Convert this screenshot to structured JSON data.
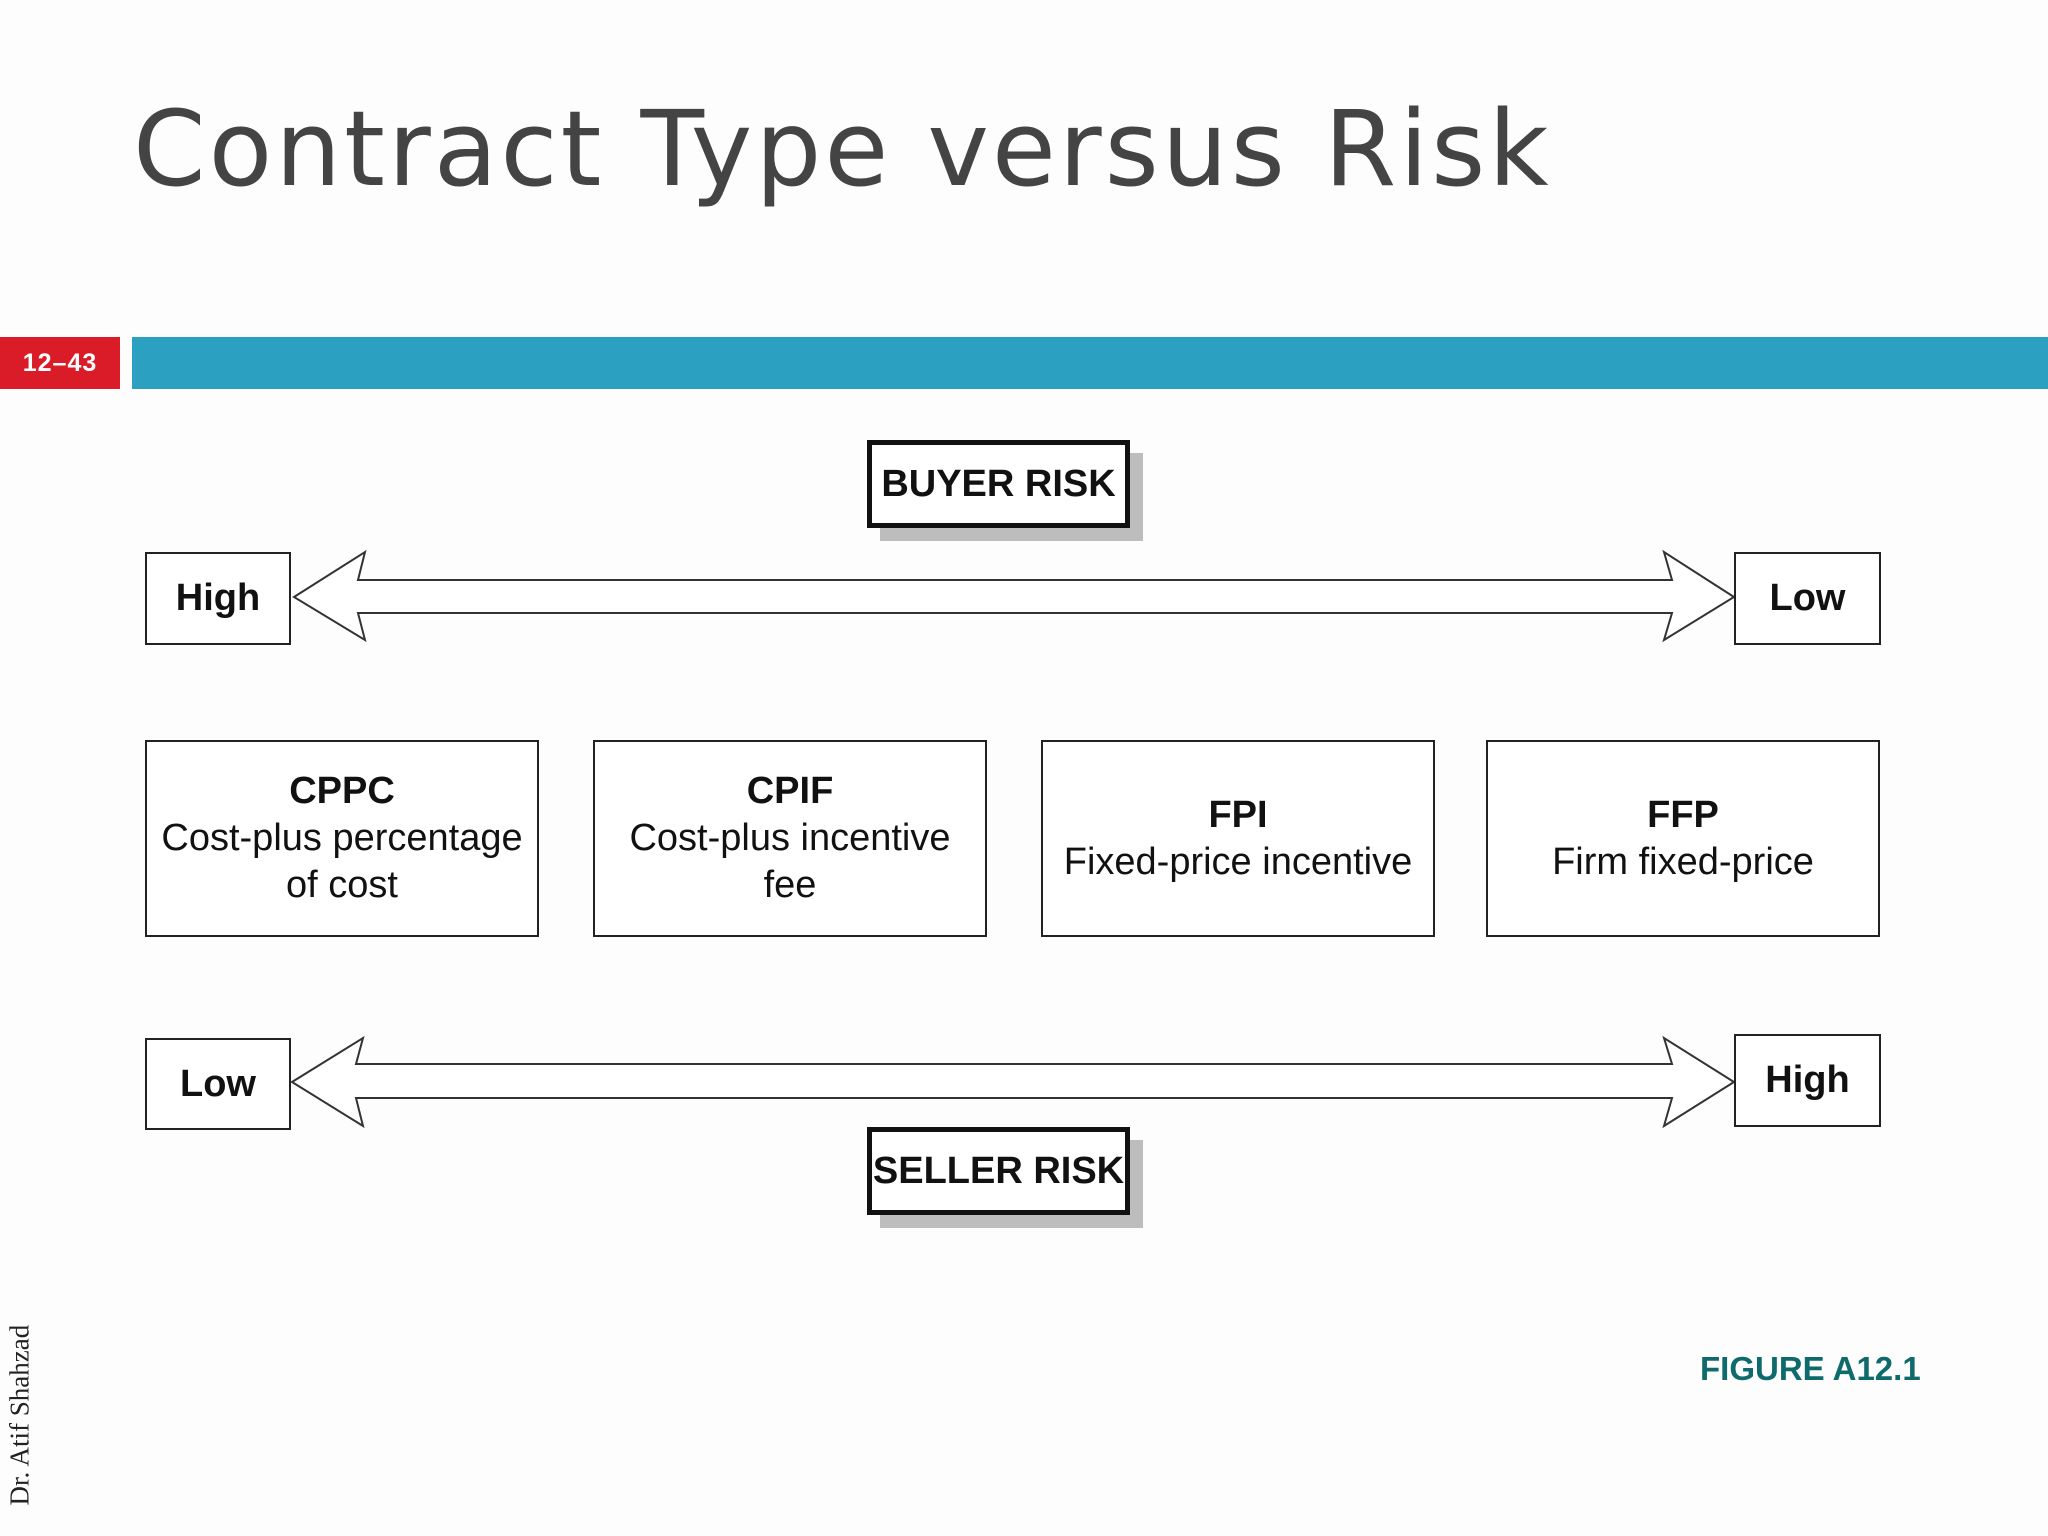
{
  "title": "Contract Type versus Risk",
  "slide_number": "12–43",
  "colors": {
    "slide_number_bg": "#d91c27",
    "header_bar": "#2ca0c0",
    "figure_label": "#0f6b6b"
  },
  "buyer_risk": {
    "label": "BUYER RISK",
    "left_end": "High",
    "right_end": "Low"
  },
  "seller_risk": {
    "label": "SELLER RISK",
    "left_end": "Low",
    "right_end": "High"
  },
  "contract_types": [
    {
      "abbr": "CPPC",
      "name": "Cost-plus percentage of cost"
    },
    {
      "abbr": "CPIF",
      "name": "Cost-plus incentive fee"
    },
    {
      "abbr": "FPI",
      "name": "Fixed-price incentive"
    },
    {
      "abbr": "FFP",
      "name": "Firm fixed-price"
    }
  ],
  "figure_label": "FIGURE A12.1",
  "author": "Dr. Atif Shahzad"
}
